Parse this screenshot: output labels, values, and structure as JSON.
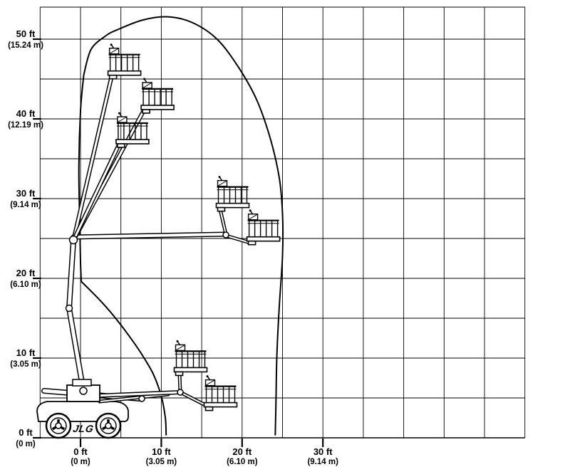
{
  "page": {
    "background": "#ffffff",
    "ink": "#000000"
  },
  "logo": {
    "text": "JLG"
  },
  "chart_data": {
    "type": "line",
    "description": "Articulating boom lift working-envelope (range of motion) diagram with machine silhouettes",
    "grid": {
      "grid_on": true,
      "x_min_ft": -5,
      "x_max_ft": 55,
      "y_min_ft": 0,
      "y_max_ft": 50,
      "step_ft": 5,
      "frame_top_ft": 54
    },
    "x_axis": {
      "unit": "ft (m)",
      "ticks": [
        {
          "ft": 0,
          "label_ft": "0 ft",
          "label_m": "(0 m)"
        },
        {
          "ft": 10,
          "label_ft": "10 ft",
          "label_m": "(3.05 m)"
        },
        {
          "ft": 20,
          "label_ft": "20 ft",
          "label_m": "(6.10 m)"
        },
        {
          "ft": 30,
          "label_ft": "30 ft",
          "label_m": "(9.14 m)"
        }
      ]
    },
    "y_axis": {
      "unit": "ft (m)",
      "ticks": [
        {
          "ft": 50,
          "label_ft": "50 ft",
          "label_m": "(15.24 m)"
        },
        {
          "ft": 40,
          "label_ft": "40 ft",
          "label_m": "(12.19 m)"
        },
        {
          "ft": 30,
          "label_ft": "30 ft",
          "label_m": "(9.14 m)"
        },
        {
          "ft": 20,
          "label_ft": "20 ft",
          "label_m": "(6.10 m)"
        },
        {
          "ft": 10,
          "label_ft": "10 ft",
          "label_m": "(3.05 m)"
        },
        {
          "ft": 0,
          "label_ft": "0 ft",
          "label_m": "(0 m)"
        }
      ]
    },
    "series": [
      {
        "name": "envelope-outer",
        "points_ft": [
          [
            0.4,
            45.5
          ],
          [
            1.3,
            48.7
          ],
          [
            3.1,
            50.4
          ],
          [
            4.6,
            51.2
          ],
          [
            7.7,
            52.4
          ],
          [
            10.8,
            52.8
          ],
          [
            13.8,
            52.1
          ],
          [
            16.9,
            50.0
          ],
          [
            19.6,
            46.4
          ],
          [
            21.8,
            42.4
          ],
          [
            23.5,
            37.5
          ],
          [
            24.6,
            32.6
          ],
          [
            25.0,
            28.1
          ],
          [
            25.0,
            22.8
          ],
          [
            24.6,
            16.5
          ],
          [
            24.3,
            10.3
          ],
          [
            24.2,
            4.9
          ],
          [
            24.1,
            0.3
          ]
        ]
      },
      {
        "name": "envelope-left",
        "points_ft": [
          [
            0.4,
            45.5
          ],
          [
            0.0,
            41.0
          ],
          [
            -0.2,
            34.0
          ],
          [
            -0.1,
            27.0
          ],
          [
            0.0,
            22.0
          ],
          [
            0.1,
            19.6
          ]
        ]
      },
      {
        "name": "envelope-inner-lower",
        "points_ft": [
          [
            0.1,
            19.6
          ],
          [
            1.5,
            18.2
          ],
          [
            3.0,
            16.6
          ],
          [
            4.5,
            14.8
          ],
          [
            6.0,
            12.8
          ],
          [
            7.5,
            10.6
          ],
          [
            9.0,
            8.0
          ],
          [
            10.0,
            5.2
          ],
          [
            10.5,
            2.5
          ],
          [
            10.6,
            0.3
          ]
        ]
      }
    ],
    "platform_positions_ft": [
      {
        "x": 3.4,
        "y": 49.4
      },
      {
        "x": 7.5,
        "y": 45.1
      },
      {
        "x": 4.4,
        "y": 40.8
      },
      {
        "x": 16.8,
        "y": 32.8
      },
      {
        "x": 20.6,
        "y": 28.6
      },
      {
        "x": 11.6,
        "y": 12.2
      },
      {
        "x": 15.3,
        "y": 7.8
      }
    ]
  }
}
